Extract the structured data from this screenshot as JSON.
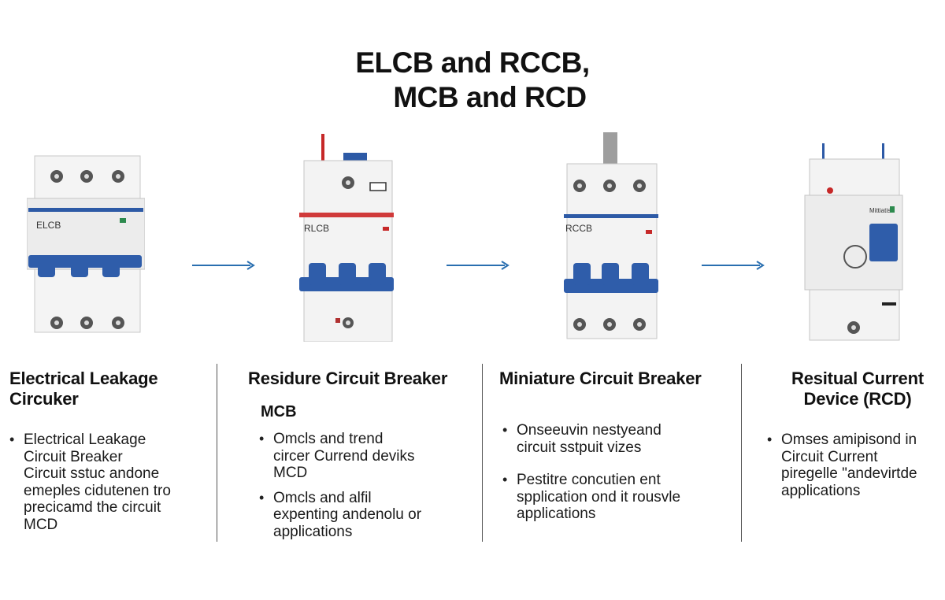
{
  "title": [
    "ELCB and RCCB,",
    "MCB and RCD"
  ],
  "devices": [
    {
      "label": "ELCB",
      "arrow_color": "#2a6fb0"
    },
    {
      "label": "RLCB",
      "arrow_color": "#2a6fb0"
    },
    {
      "label": "RCCB",
      "arrow_color": "#2a6fb0"
    },
    {
      "label": "Mittiatis"
    }
  ],
  "colors": {
    "handle_blue": "#2f5daa",
    "stripe_red": "#d03a3a",
    "stripe_blue": "#2d5aa6",
    "body": "#eeeeee"
  },
  "columns": [
    {
      "heading": [
        "Electrical Leakage",
        "Circuker"
      ],
      "bullets": [
        [
          "Electrical Leakage",
          "Circuit Breaker",
          "Circuit sstuc andone",
          "emeples cidutenen tro",
          "precicamd the circuit",
          "MCD"
        ]
      ]
    },
    {
      "heading": [
        "Residure Circuit Breaker"
      ],
      "subheading": "MCB",
      "bullets": [
        [
          "Omcls and trend",
          "circer Currend deviks",
          "MCD"
        ],
        [
          "Omcls and alfil",
          "expenting andenolu or",
          "applications"
        ]
      ]
    },
    {
      "heading": [
        "Miniature Circuit Breaker"
      ],
      "bullets": [
        [
          "Onseeuvin nestyeand",
          "circuit sstpuit vizes"
        ],
        [
          "Pestitre concutien ent",
          "spplication ond it rousvle",
          "applications"
        ]
      ]
    },
    {
      "heading": [
        "Resitual Current",
        "Device (RCD)"
      ],
      "bullets": [
        [
          "Omses amipisond in",
          "Circuit Current",
          "piregelle \"andevirtde",
          "applications"
        ]
      ]
    }
  ]
}
